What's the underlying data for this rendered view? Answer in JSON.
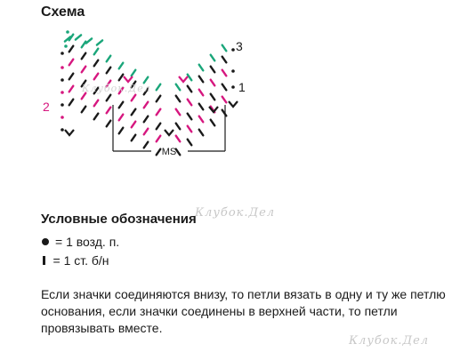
{
  "title": "Схема",
  "diagram": {
    "row_labels": [
      "3",
      "2",
      "1"
    ],
    "repeat_label": "MS",
    "colors": {
      "black": "#1a1a1a",
      "green": "#1aa67a",
      "magenta": "#d6177f"
    }
  },
  "legend": {
    "title": "Условные обозначения",
    "items": [
      {
        "symbol": "chain-stitch-icon",
        "text": "= 1 возд. п."
      },
      {
        "symbol": "single-crochet-icon",
        "text": "= 1 ст. б/н"
      }
    ]
  },
  "note": "Если значки соединяются внизу, то петли вязать в одну и ту же петлю основания, если значки соединены в верхней части, то петли провязывать вместе.",
  "watermarks": [
    "Клубок.Дел",
    "Клубок.Дел",
    "Клубок.Дел"
  ]
}
